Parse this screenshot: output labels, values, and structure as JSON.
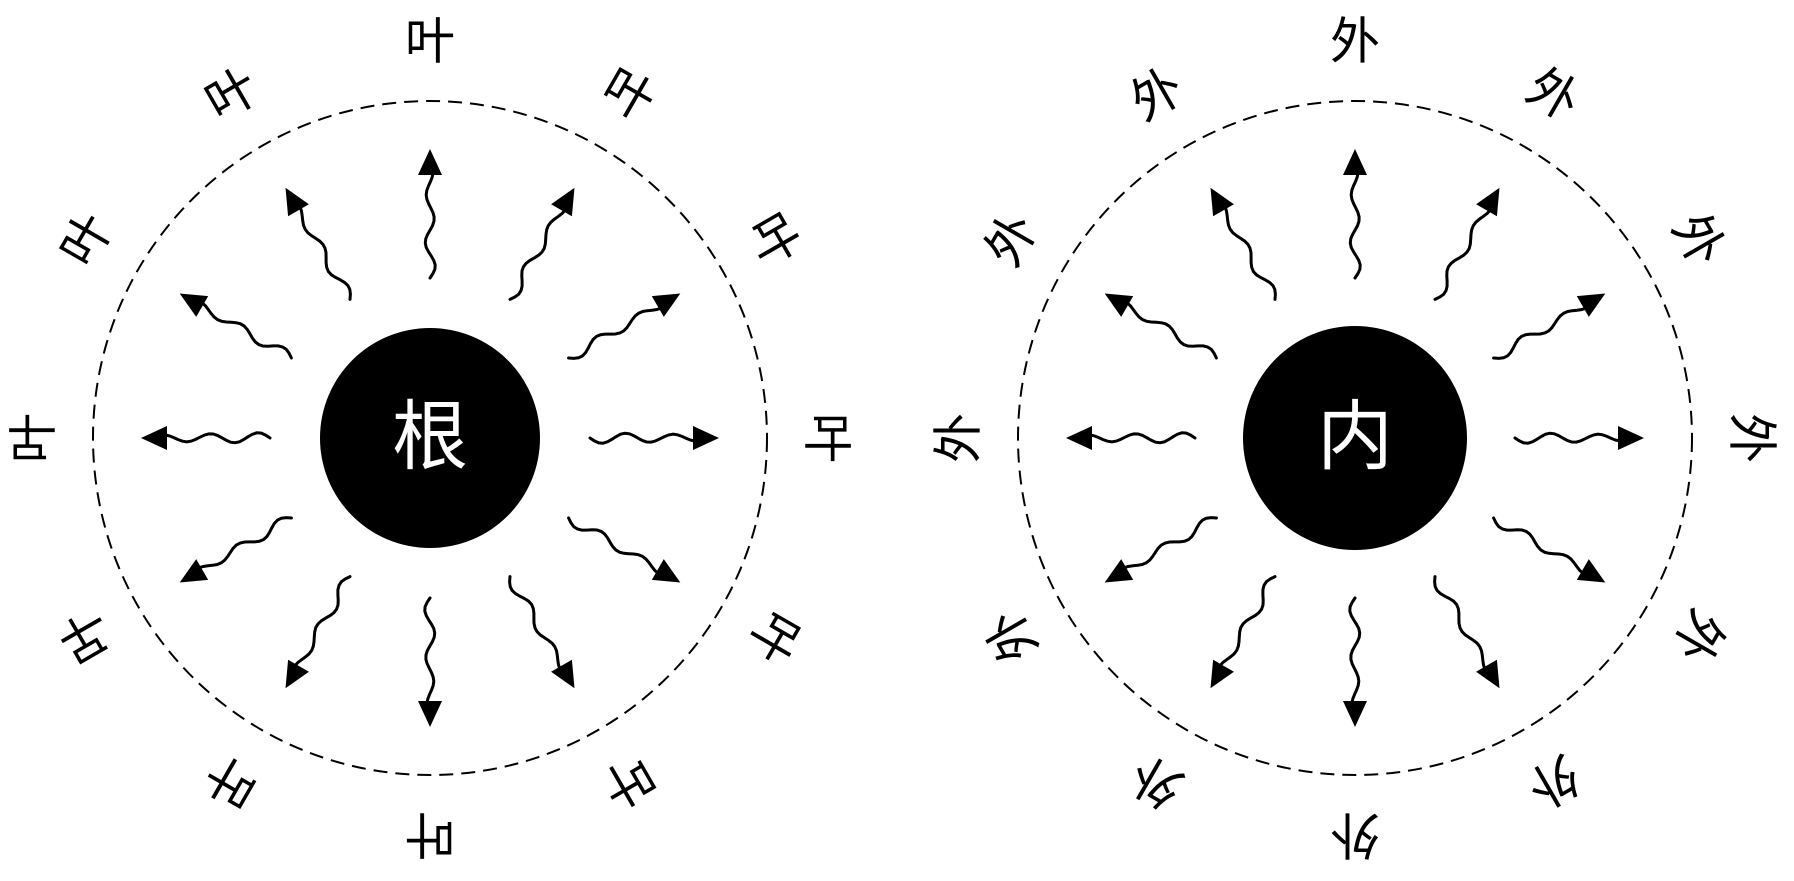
{
  "diagrams": [
    {
      "center_label": "根",
      "outer_labels": [
        "叶",
        "叶",
        "叶",
        "叶",
        "叶",
        "叶",
        "叶",
        "叶",
        "叶",
        "叶",
        "叶",
        "叶"
      ]
    },
    {
      "center_label": "内",
      "outer_labels": [
        "外",
        "外",
        "外",
        "外",
        "外",
        "外",
        "外",
        "外",
        "外",
        "外",
        "外",
        "外"
      ]
    }
  ],
  "colors": {
    "background": "#ffffff",
    "ink": "#000000",
    "center_text": "#ffffff"
  },
  "arrow_count": 12,
  "boundary_style": "dashed"
}
